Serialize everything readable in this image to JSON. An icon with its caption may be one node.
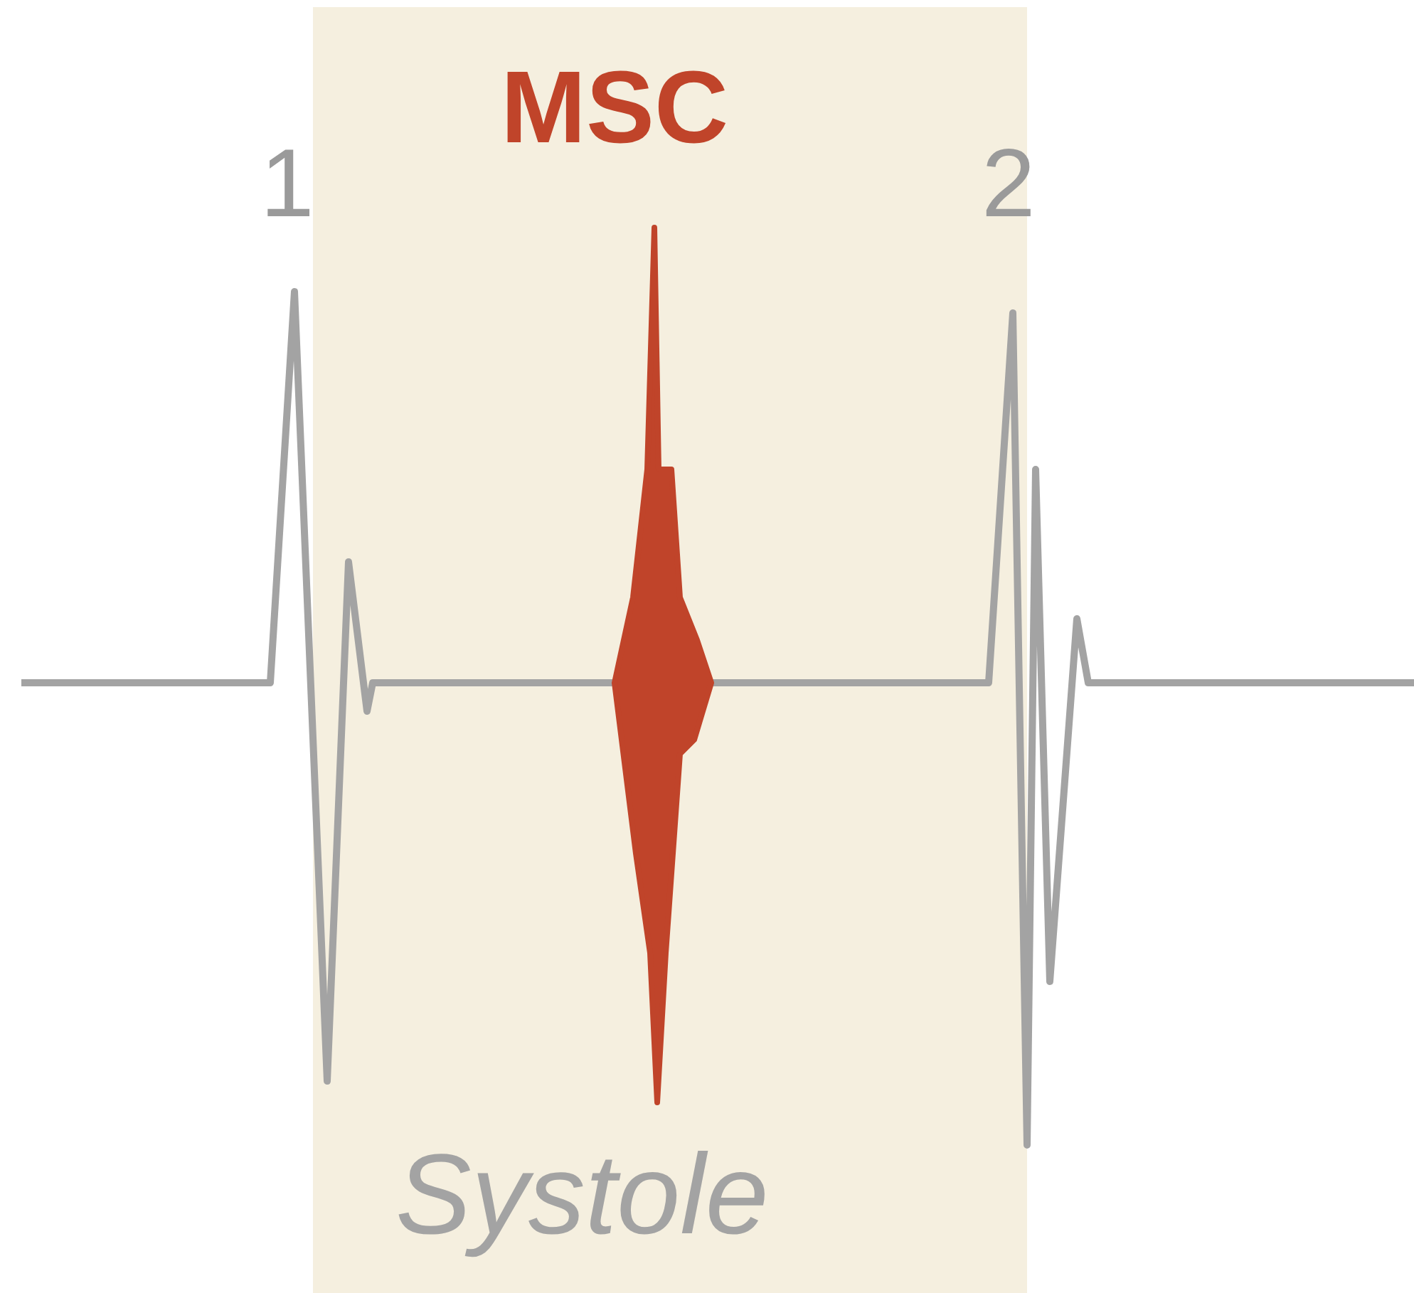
{
  "diagram": {
    "labels": [
      "MSC",
      "1",
      "2",
      "Systole"
    ]
  }
}
